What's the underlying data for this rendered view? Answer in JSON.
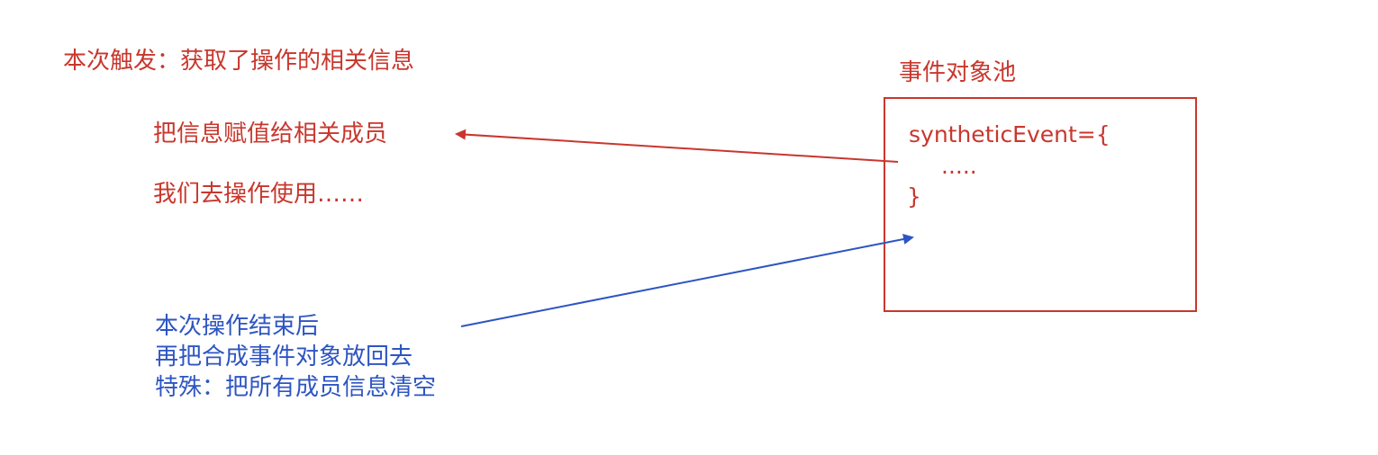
{
  "top_note": "本次触发：获取了操作的相关信息",
  "pool": {
    "title": "事件对象池",
    "code_open": "syntheticEvent={",
    "code_dots": ".....",
    "code_close": "}"
  },
  "assign_text": "把信息赋值给相关成员",
  "use_text": "我们去操作使用……",
  "return_lines": [
    "本次操作结束后",
    "再把合成事件对象放回去",
    "特殊：把所有成员信息清空"
  ],
  "colors": {
    "red": "#c8372d",
    "blue": "#2d55c2"
  }
}
